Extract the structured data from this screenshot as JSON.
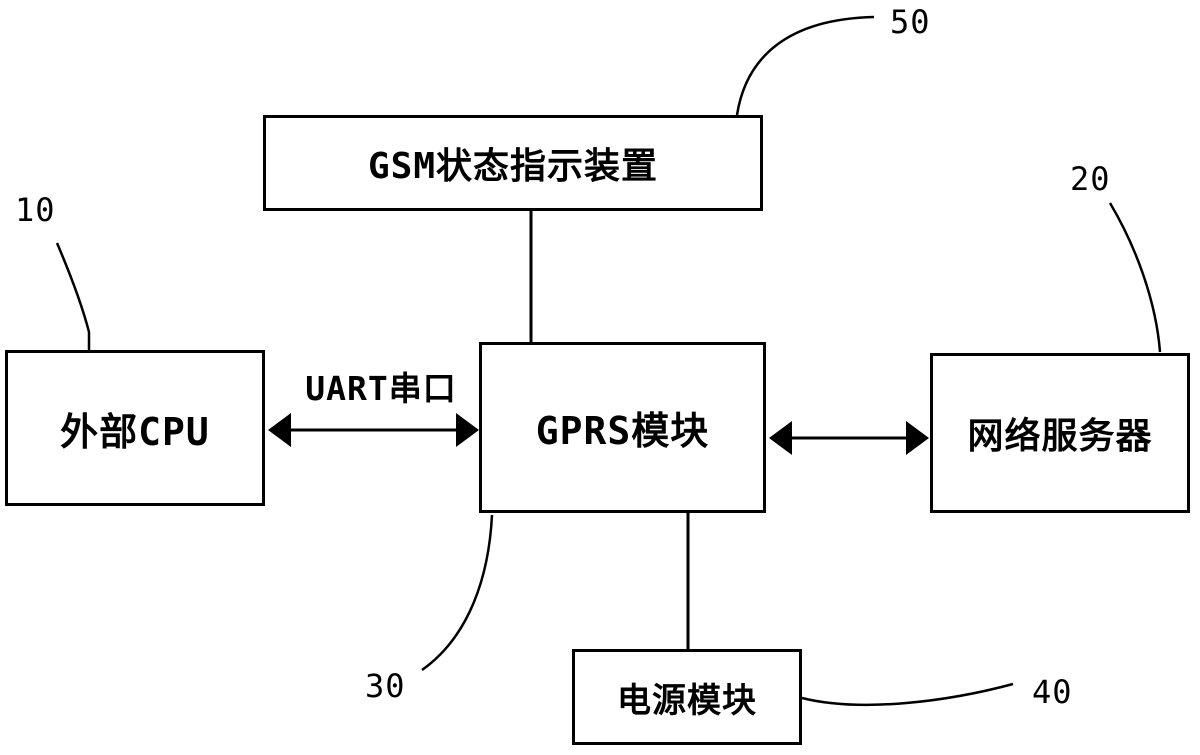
{
  "figure": {
    "background_color": "#ffffff",
    "line_color": "#000000",
    "nodes": {
      "gsm_status_indicator": {
        "label": "GSM状态指示装置",
        "ref": "50"
      },
      "external_cpu": {
        "label": "外部CPU",
        "ref": "10"
      },
      "gprs_module": {
        "label": "GPRS模块",
        "ref": "30"
      },
      "network_server": {
        "label": "网络服务器",
        "ref": "20"
      },
      "power_module": {
        "label": "电源模块",
        "ref": "40"
      }
    },
    "edges": {
      "uart_link_label": "UART串口"
    }
  }
}
